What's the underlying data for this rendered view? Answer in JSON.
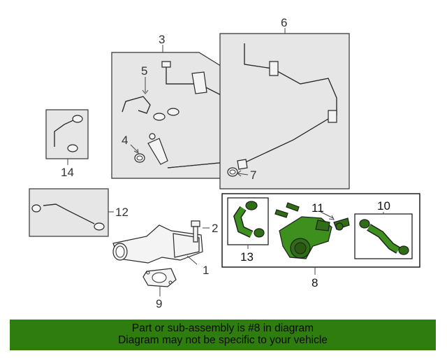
{
  "callouts": {
    "c1": "1",
    "c2": "2",
    "c3": "3",
    "c4": "4",
    "c5": "5",
    "c6": "6",
    "c7": "7",
    "c8": "8",
    "c9": "9",
    "c10": "10",
    "c11": "11",
    "c12": "12",
    "c13": "13",
    "c14": "14"
  },
  "banner": {
    "line1": "Part or sub-assembly is #8 in diagram",
    "line2": "Diagram may not be specific to your vehicle"
  },
  "colors": {
    "highlight_part": "#3d8f1e",
    "banner_background": "#2e7d0e",
    "panel_background": "#e6e6e6"
  }
}
